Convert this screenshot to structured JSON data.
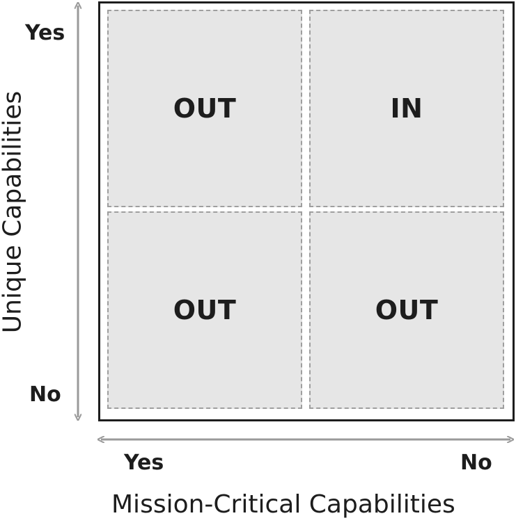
{
  "quadrants": {
    "top_left": "OUT",
    "top_right": "IN",
    "bottom_left": "OUT",
    "bottom_right": "OUT"
  },
  "y_axis": {
    "title": "Unique Capabilities",
    "top_label": "Yes",
    "bottom_label": "No"
  },
  "x_axis": {
    "title": "Mission-Critical Capabilities",
    "left_label": "Yes",
    "right_label": "No"
  },
  "colors": {
    "cell_fill": "#e6e6e6",
    "cell_border": "#9e9e9e",
    "frame": "#1d1d1d",
    "arrow": "#9a9a9a",
    "text": "#1d1d1d"
  }
}
